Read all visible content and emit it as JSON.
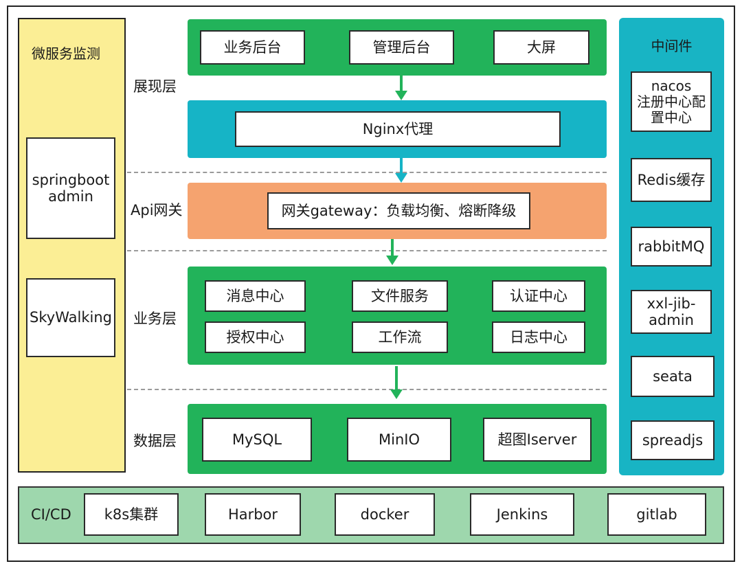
{
  "monitor": {
    "title": "微服务监测",
    "items": [
      "springboot\nadmin",
      "SkyWalking"
    ]
  },
  "layers": {
    "presentation": "展现层",
    "api": "Api网关",
    "business": "业务层",
    "data": "数据层"
  },
  "presentation_boxes": [
    "业务后台",
    "管理后台",
    "大屏"
  ],
  "proxy": "Nginx代理",
  "gateway": "网关gateway：负载均衡、熔断降级",
  "business_boxes": [
    "消息中心",
    "文件服务",
    "认证中心",
    "授权中心",
    "工作流",
    "日志中心"
  ],
  "data_boxes": [
    "MySQL",
    "MinIO",
    "超图Iserver"
  ],
  "middleware": {
    "title": "中间件",
    "items": [
      "nacos\n注册中心配\n置中心",
      "Redis缓存",
      "rabbitMQ",
      "xxl-jib-\nadmin",
      "seata",
      "spreadjs"
    ]
  },
  "cicd": {
    "title": "CI/CD",
    "items": [
      "k8s集群",
      "Harbor",
      "docker",
      "Jenkins",
      "gitlab"
    ]
  },
  "colors": {
    "green": "#22b35a",
    "teal": "#16b4c6",
    "orange": "#f5a36f",
    "yellow": "#fbee95",
    "cicd": "#9ed7ad"
  }
}
